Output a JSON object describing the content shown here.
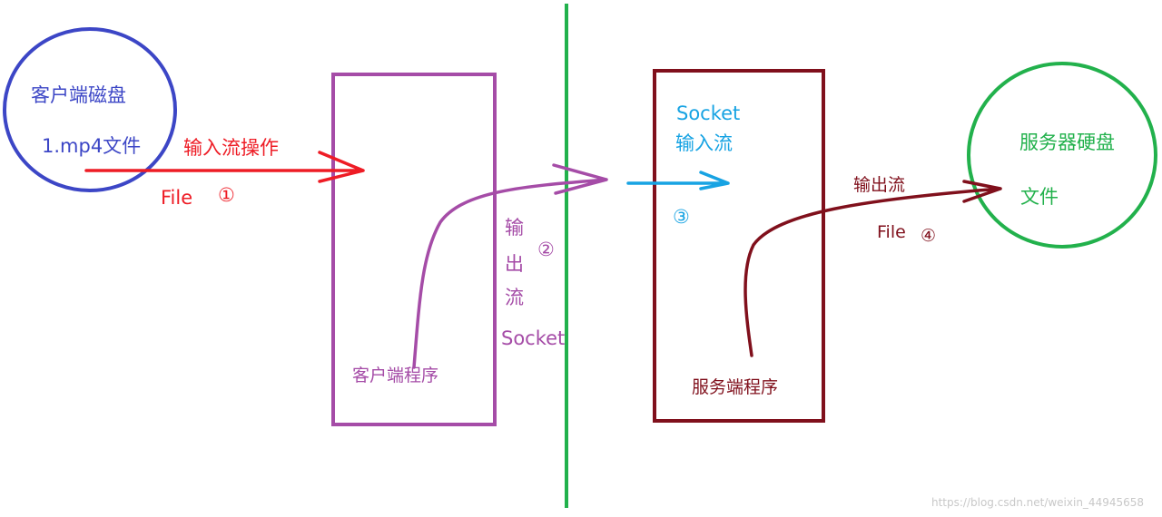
{
  "colors": {
    "blue": "#3c46c6",
    "red": "#ee1c25",
    "purple": "#a54ca7",
    "green": "#22b14c",
    "dark_red": "#80101c",
    "cyan": "#17a3e3",
    "watermark": "#c8c8c8"
  },
  "client_disk": {
    "title": "客户端磁盘",
    "file": "1.mp4文件"
  },
  "step1": {
    "label": "输入流操作",
    "type": "File",
    "number": "①"
  },
  "client_program": {
    "label": "客户端程序"
  },
  "step2": {
    "chars": [
      "输",
      "出",
      "流"
    ],
    "number": "②",
    "type": "Socket"
  },
  "server_program": {
    "socket_label": "Socket",
    "input_label": "输入流",
    "label": "服务端程序"
  },
  "step3": {
    "number": "③"
  },
  "step4": {
    "label": "输出流",
    "type": "File",
    "number": "④"
  },
  "server_disk": {
    "title": "服务器硬盘",
    "file": "文件"
  },
  "watermark": "https://blog.csdn.net/weixin_44945658"
}
